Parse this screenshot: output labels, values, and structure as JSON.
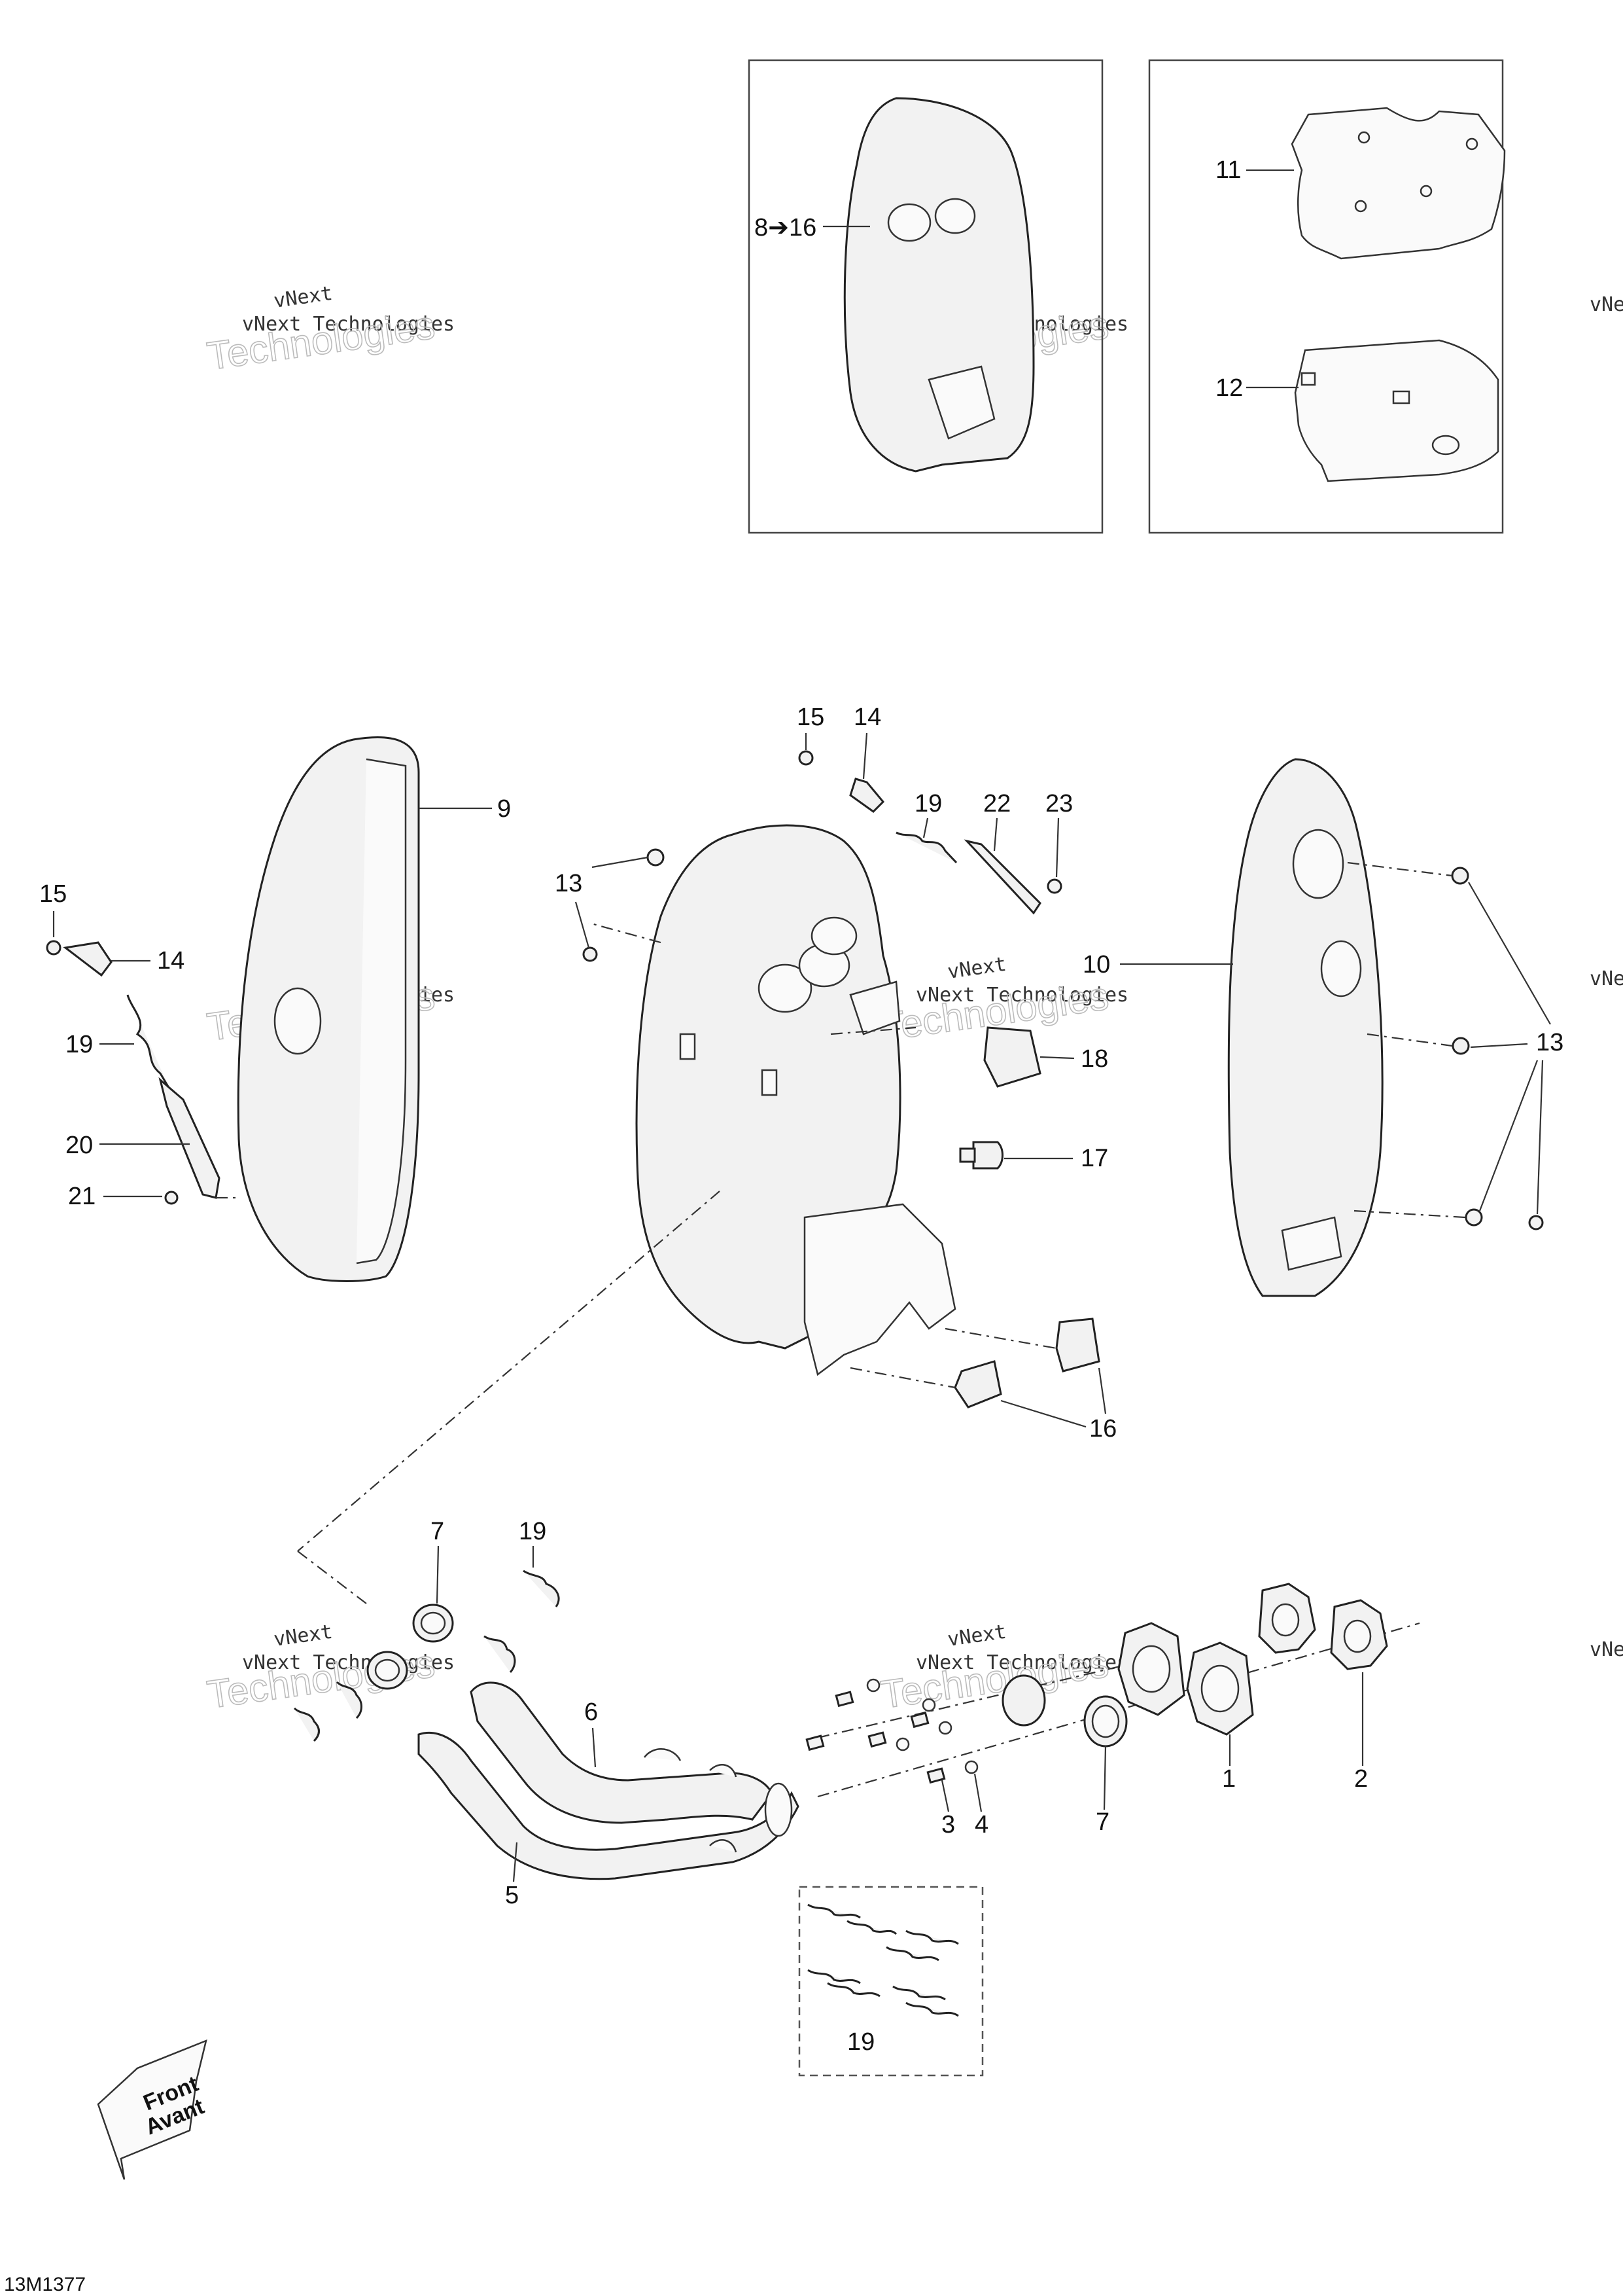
{
  "diagram_code": "13M1377",
  "front_arrow": {
    "line1": "Front",
    "line2": "Avant"
  },
  "watermark": {
    "line1": "vNext",
    "line2": "vNext Technologies",
    "line3": "Technologies"
  },
  "callouts": {
    "c1": "1",
    "c2": "2",
    "c3": "3",
    "c4": "4",
    "c5": "5",
    "c6": "6",
    "c7a": "7",
    "c7b": "7",
    "c8_16": "8➔16",
    "c9": "9",
    "c10": "10",
    "c11": "11",
    "c12": "12",
    "c13a": "13",
    "c13b": "13",
    "c14a": "14",
    "c14b": "14",
    "c15a": "15",
    "c15b": "15",
    "c16": "16",
    "c17": "17",
    "c18": "18",
    "c19a": "19",
    "c19b": "19",
    "c19c": "19",
    "c19d": "19",
    "c20": "20",
    "c21": "21",
    "c22": "22",
    "c23": "23"
  }
}
